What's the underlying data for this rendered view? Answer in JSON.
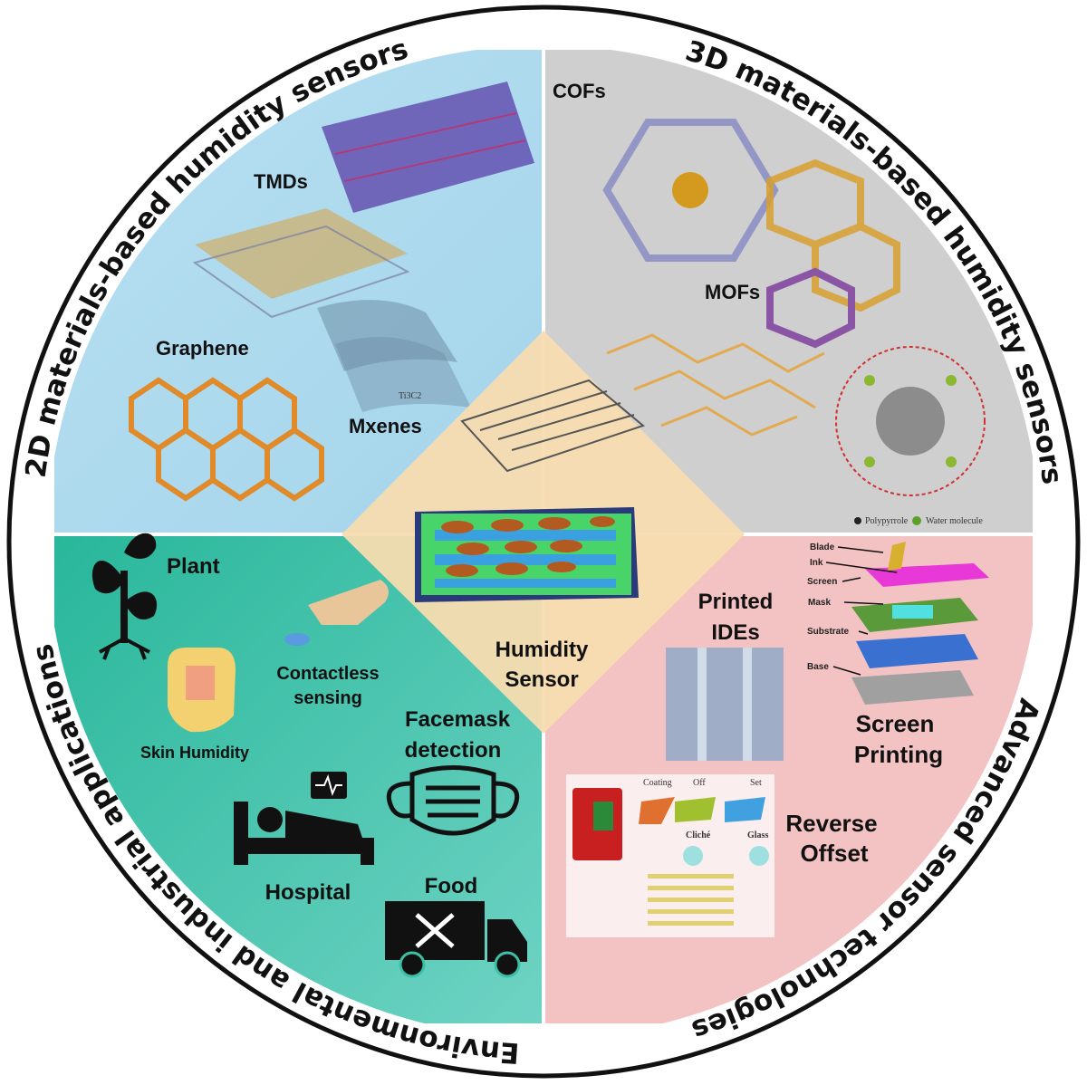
{
  "arc_titles": {
    "top_left": "2D materials-based humidity sensors",
    "top_right": "3D materials-based humidity sensors",
    "bottom_left": "Environmental and industrial applications",
    "bottom_right": "Advanced sensor technologies"
  },
  "quadrant_2d": {
    "tmds": "TMDs",
    "graphene": "Graphene",
    "mxenes": "Mxenes",
    "ti3c2": "Ti3C2"
  },
  "quadrant_3d": {
    "cofs": "COFs",
    "mofs": "MOFs",
    "legend_polypyrrole": "Polypyrrole",
    "legend_water": "Water molecule"
  },
  "center": {
    "line1": "Humidity",
    "line2": "Sensor"
  },
  "applications": {
    "plant": "Plant",
    "contactless1": "Contactless",
    "contactless2": "sensing",
    "skin": "Skin Humidity",
    "facemask1": "Facemask",
    "facemask2": "detection",
    "hospital": "Hospital",
    "food": "Food"
  },
  "technologies": {
    "printed1": "Printed",
    "printed2": "IDEs",
    "screen1": "Screen",
    "screen2": "Printing",
    "reverse1": "Reverse",
    "reverse2": "Offset",
    "layers": {
      "blade": "Blade",
      "ink": "Ink",
      "screen": "Screen",
      "mask": "Mask",
      "substrate": "Substrate",
      "base": "Base"
    },
    "offset_steps": {
      "coating": "Coating",
      "off": "Off",
      "set": "Set",
      "cliche": "Cliché",
      "glass": "Glass"
    }
  },
  "colors": {
    "q2d": "#a9d8ec",
    "q3d": "#cfcfcf",
    "qapp": "#3dbfa6",
    "qtech": "#f3bfbf",
    "center": "#f7dcb0"
  }
}
